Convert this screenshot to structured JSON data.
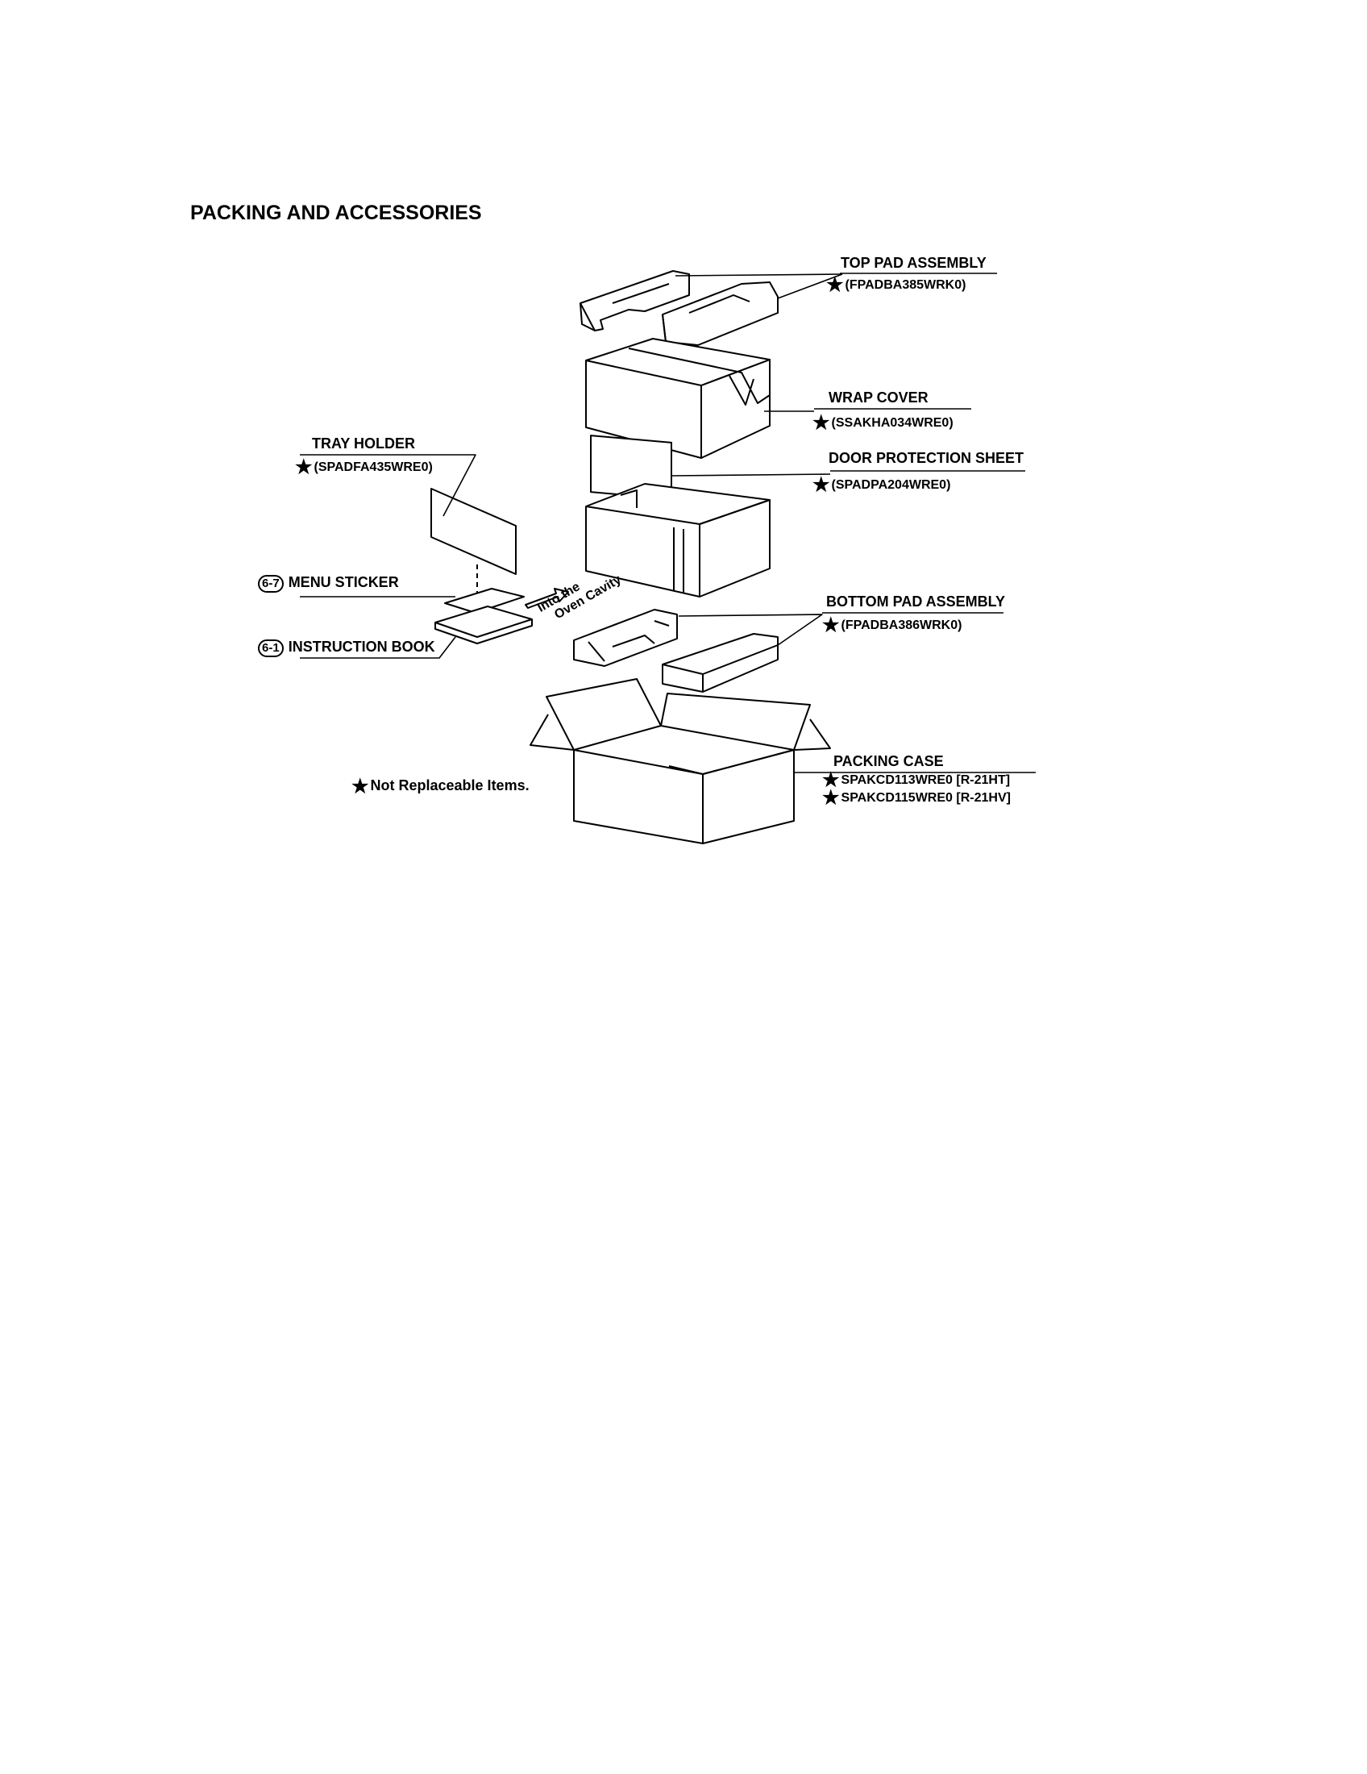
{
  "title": "PACKING AND ACCESSORIES",
  "star_glyph": "★",
  "parts": {
    "top_pad": {
      "label": "TOP PAD ASSEMBLY",
      "part_no": "(FPADBA385WRK0)"
    },
    "wrap_cover": {
      "label": "WRAP COVER",
      "part_no": "(SSAKHA034WRE0)"
    },
    "door_sheet": {
      "label": "DOOR PROTECTION SHEET",
      "part_no": "(SPADPA204WRE0)"
    },
    "tray_holder": {
      "label": "TRAY HOLDER",
      "part_no": "(SPADFA435WRE0)"
    },
    "menu_sticker": {
      "ref": "6-7",
      "label": "MENU STICKER"
    },
    "instruction_book": {
      "ref": "6-1",
      "label": "INSTRUCTION BOOK"
    },
    "bottom_pad": {
      "label": "BOTTOM PAD ASSEMBLY",
      "part_no": "(FPADBA386WRK0)"
    },
    "packing_case": {
      "label": "PACKING CASE",
      "part_no_1": "SPAKCD113WRE0 [R-21HT]",
      "part_no_2": "SPAKCD115WRE0 [R-21HV]"
    }
  },
  "arrow_text": {
    "line1": "Into the",
    "line2": "Oven Cavity"
  },
  "legend": "Not Replaceable Items."
}
